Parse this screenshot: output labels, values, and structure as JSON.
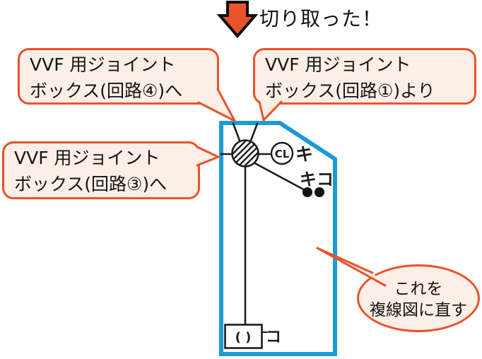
{
  "header": {
    "cut_label": "切り取った！"
  },
  "callouts": {
    "circuit4": {
      "line1": "VVF 用ジョイント",
      "line2": "ボックス(回路④)へ"
    },
    "circuit1": {
      "line1": "VVF 用ジョイント",
      "line2": "ボックス(回路①)より"
    },
    "circuit3": {
      "line1": "VVF 用ジョイント",
      "line2": "ボックス(回路③)へ"
    },
    "redraw": {
      "line1": "これを",
      "line2": "複線図に直す"
    }
  },
  "diagram": {
    "ceiling_light": {
      "symbol": "CL",
      "label": "キ"
    },
    "switches": {
      "label": "キコ"
    },
    "device_box": {
      "text": "( )",
      "label": "コ"
    }
  },
  "colors": {
    "accent_orange": "#e8532b",
    "callout_fill": "#fcefe7",
    "outline_blue": "#1b9bd6",
    "ink": "#1d1d1b"
  }
}
